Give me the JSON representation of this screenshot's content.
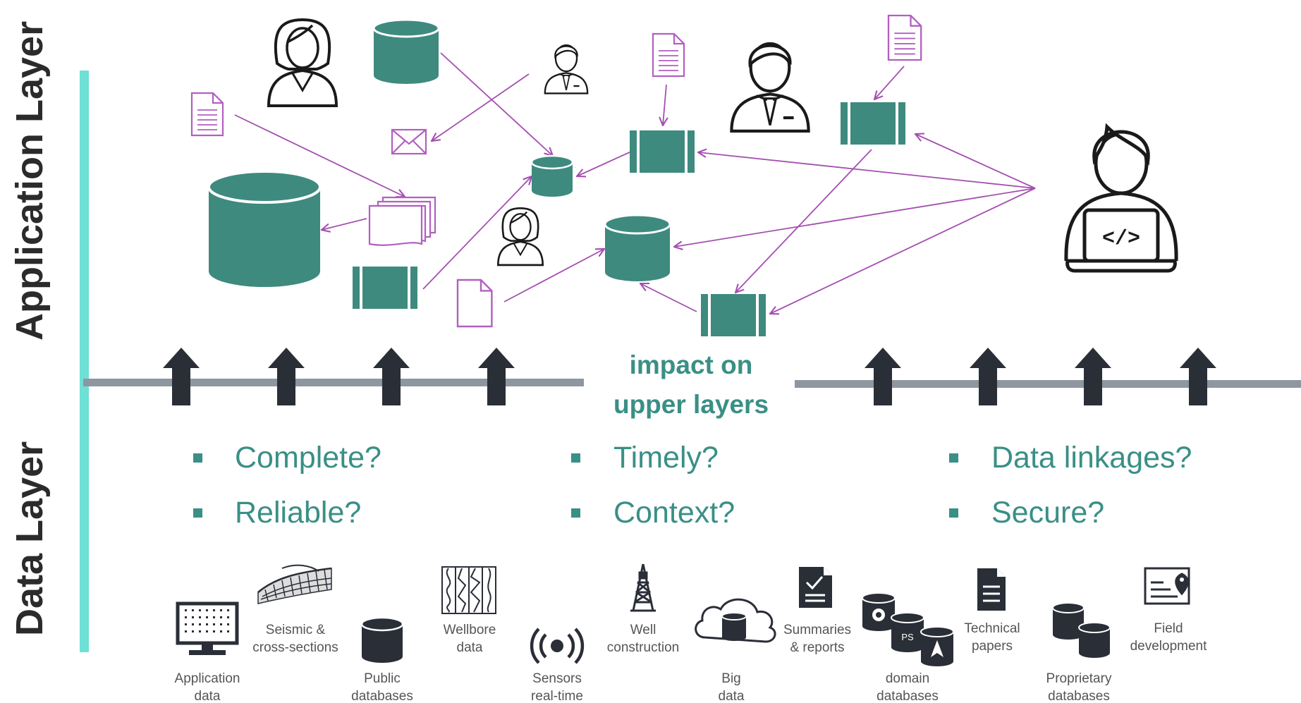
{
  "layers": {
    "application": "Application Layer",
    "data": "Data Layer"
  },
  "impact": {
    "line1": "impact on",
    "line2": "upper layers"
  },
  "questions": [
    "Complete?",
    "Reliable?",
    "Timely?",
    "Context?",
    "Data linkages?",
    "Secure?"
  ],
  "sources": [
    {
      "l1": "Application",
      "l2": "data",
      "icon": "monitor-icon"
    },
    {
      "l1": "Seismic &",
      "l2": "cross-sections",
      "icon": "seismic-icon"
    },
    {
      "l1": "Public",
      "l2": "databases",
      "icon": "database-icon"
    },
    {
      "l1": "Wellbore",
      "l2": "data",
      "icon": "wellbore-log-icon"
    },
    {
      "l1": "Sensors",
      "l2": "real-time",
      "icon": "sensor-icon"
    },
    {
      "l1": "Well",
      "l2": "construction",
      "icon": "oil-rig-icon"
    },
    {
      "l1": "Big",
      "l2": "data",
      "icon": "cloud-database-icon"
    },
    {
      "l1": "Summaries",
      "l2": "& reports",
      "icon": "report-icon"
    },
    {
      "l1": "domain",
      "l2": "databases",
      "icon": "domain-databases-icon"
    },
    {
      "l1": "Technical",
      "l2": "papers",
      "icon": "paper-icon"
    },
    {
      "l1": "Proprietary",
      "l2": "databases",
      "icon": "proprietary-databases-icon"
    },
    {
      "l1": "Field",
      "l2": "development",
      "icon": "map-pin-icon"
    }
  ],
  "colors": {
    "teal": "#3e8a7f",
    "accent_bar": "#6fe0d6",
    "arrow_purple": "#a44fb0",
    "divider_gray": "#8e97a0",
    "dark_arrow": "#2a2e37",
    "question_text": "#3a8f86"
  },
  "snippet": "</>"
}
